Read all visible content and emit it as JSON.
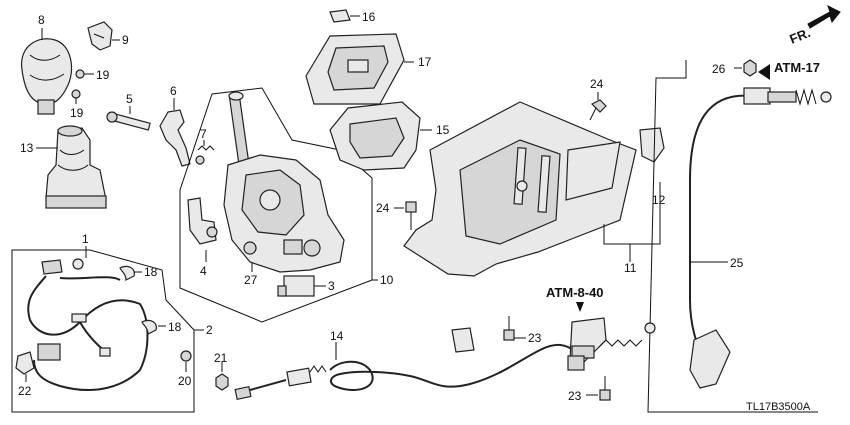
{
  "fr_label": "FR.",
  "refs": {
    "atm17": "ATM-17",
    "atm840": "ATM-8-40"
  },
  "diagram_code": "TL17B3500A",
  "callouts": {
    "c1": "1",
    "c2": "2",
    "c3": "3",
    "c4": "4",
    "c5": "5",
    "c6": "6",
    "c7": "7",
    "c8": "8",
    "c9": "9",
    "c10": "10",
    "c11": "11",
    "c12": "12",
    "c13": "13",
    "c14": "14",
    "c15": "15",
    "c16": "16",
    "c17": "17",
    "c18a": "18",
    "c18b": "18",
    "c19a": "19",
    "c19b": "19",
    "c20": "20",
    "c21": "21",
    "c22": "22",
    "c23a": "23",
    "c23b": "23",
    "c24a": "24",
    "c24b": "24",
    "c25": "25",
    "c26": "26",
    "c27": "27"
  }
}
